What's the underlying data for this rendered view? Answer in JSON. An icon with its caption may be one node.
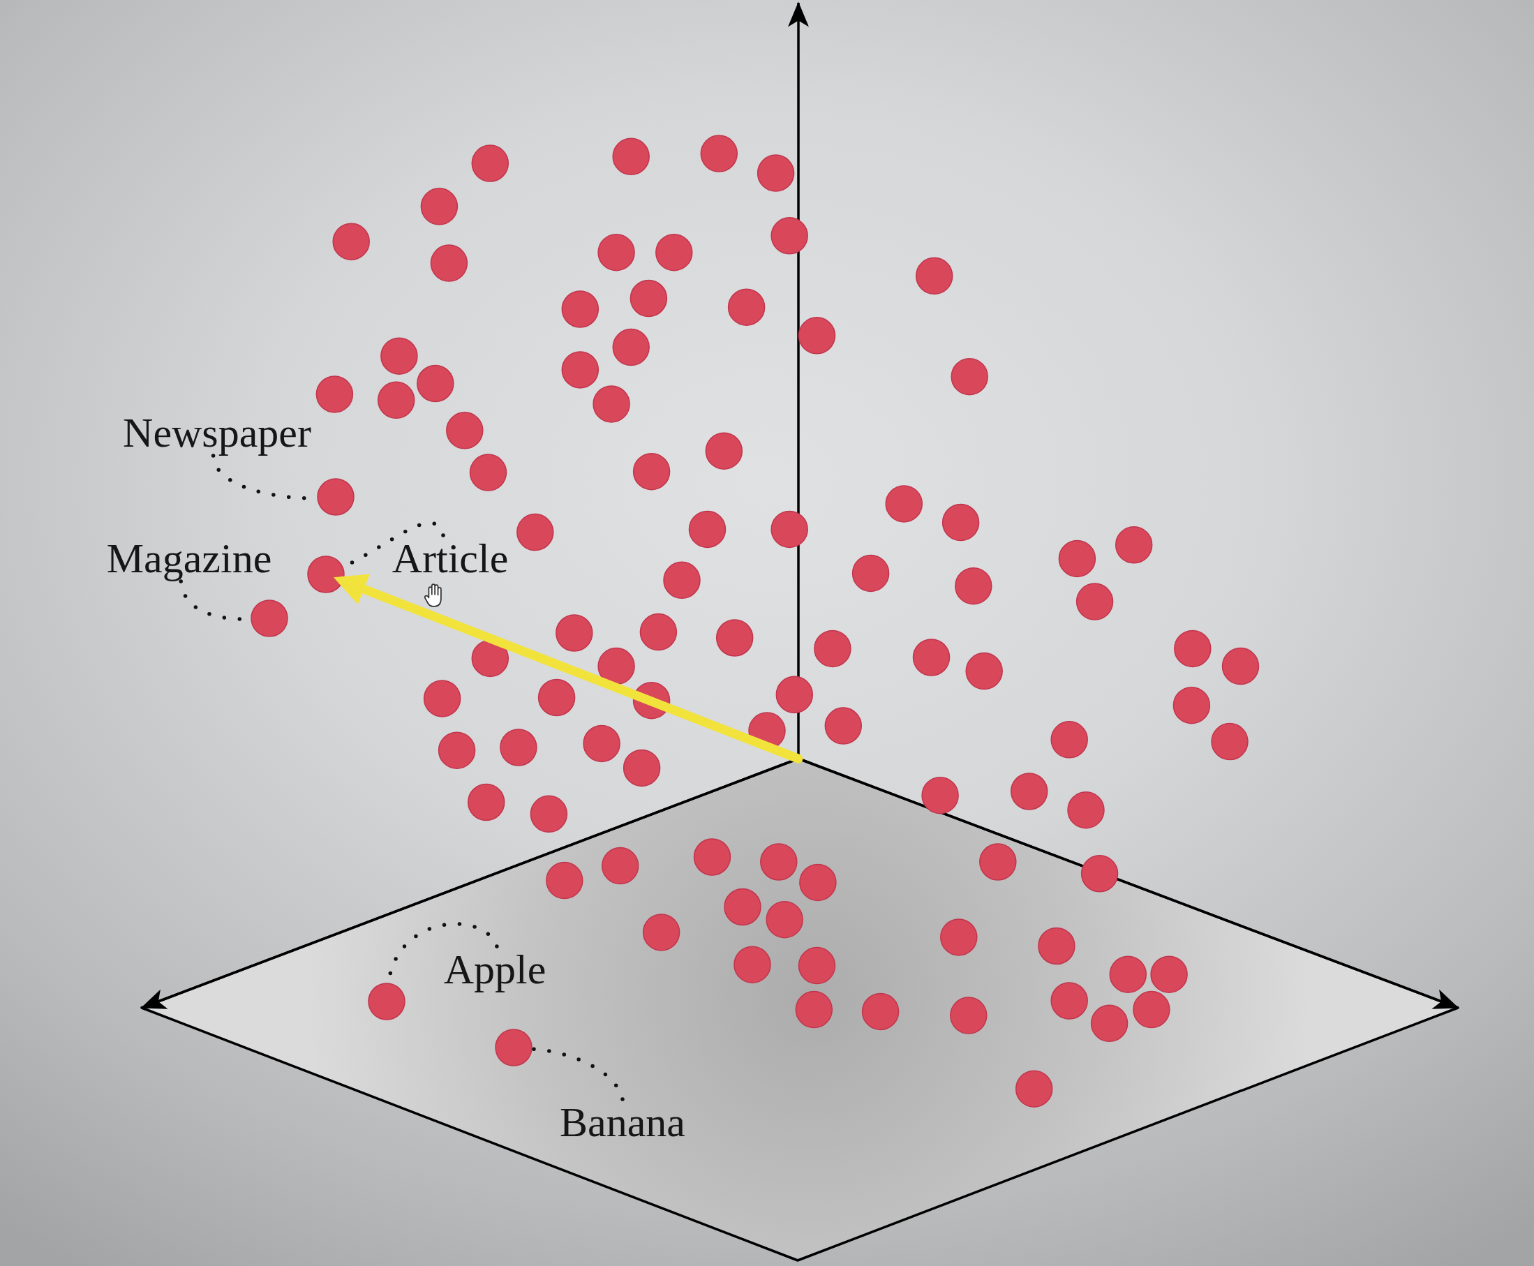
{
  "diagram": {
    "nodes": [
      {
        "text": [
          "Newspaper"
        ]
      },
      {
        "text": [],
        "shape": "circle"
      },
      {
        "text": [
          "Magazine"
        ]
      },
      {
        "text": [],
        "shape": "circle"
      },
      {
        "text": [
          "Article"
        ]
      },
      {
        "text": [],
        "shape": "circle"
      },
      {
        "text": [
          "Apple"
        ]
      },
      {
        "text": [],
        "shape": "circle"
      },
      {
        "text": [
          "Banana"
        ]
      },
      {
        "text": [],
        "shape": "circle"
      }
    ],
    "edges": [
      {
        "from": 0,
        "to": 1,
        "arrow": "none",
        "style": "dashed"
      },
      {
        "from": 2,
        "to": 3,
        "arrow": "none",
        "style": "dashed"
      },
      {
        "from": 4,
        "to": 5,
        "arrow": "none",
        "style": "dashed"
      },
      {
        "from": 6,
        "to": 7,
        "arrow": "none",
        "style": "dashed"
      },
      {
        "from": 8,
        "to": 9,
        "arrow": "none",
        "style": "dashed"
      },
      {
        "from": null,
        "to": 5,
        "arrow": "to",
        "style": "thick",
        "color": "#f2e33c"
      }
    ]
  }
}
